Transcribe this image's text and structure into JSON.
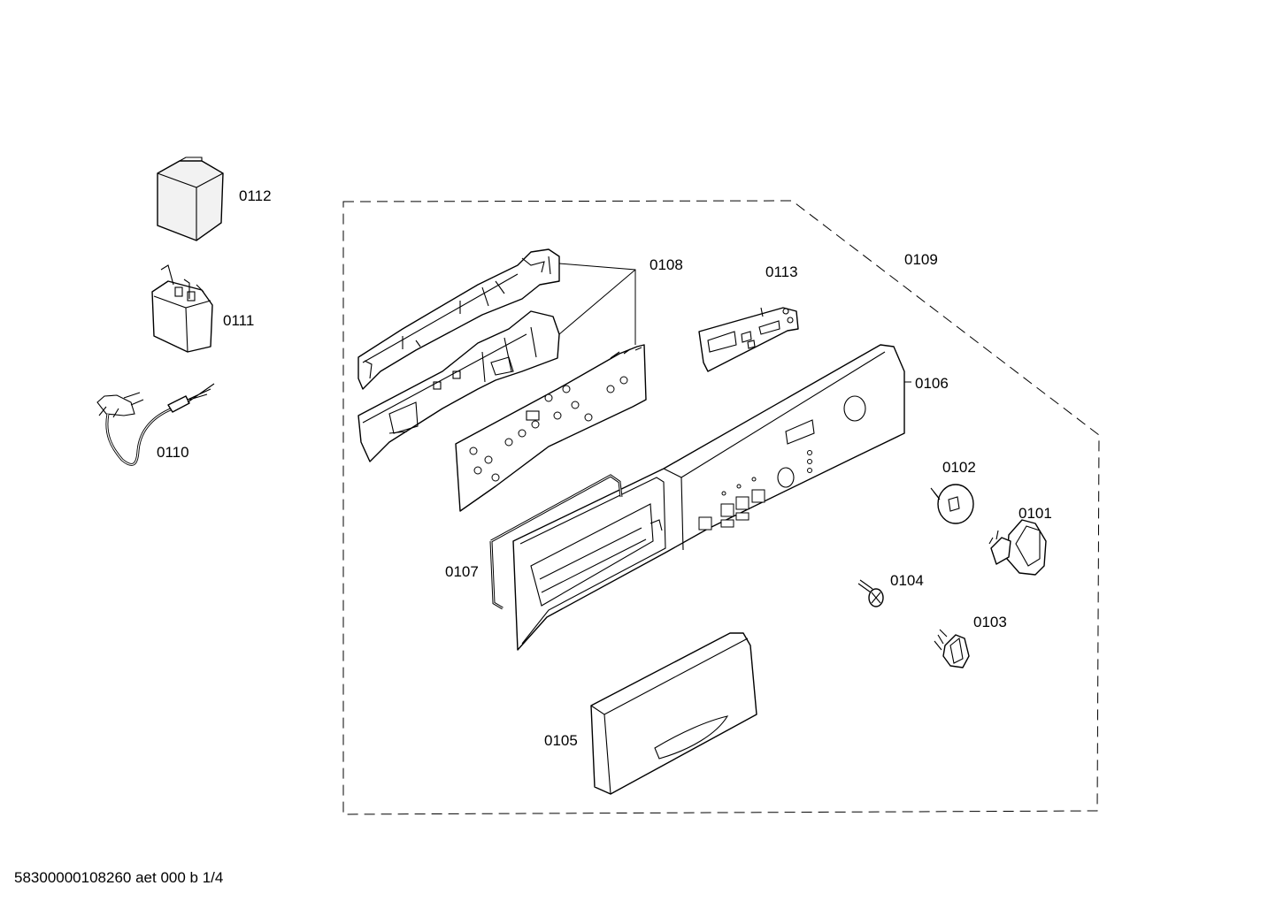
{
  "labels": {
    "p0112": "0112",
    "p0111": "0111",
    "p0110": "0110",
    "p0108": "0108",
    "p0113": "0113",
    "p0109": "0109",
    "p0106": "0106",
    "p0102": "0102",
    "p0101": "0101",
    "p0107": "0107",
    "p0104": "0104",
    "p0103": "0103",
    "p0105": "0105"
  },
  "footer": "58300000108260 aet 000 b 1/4"
}
